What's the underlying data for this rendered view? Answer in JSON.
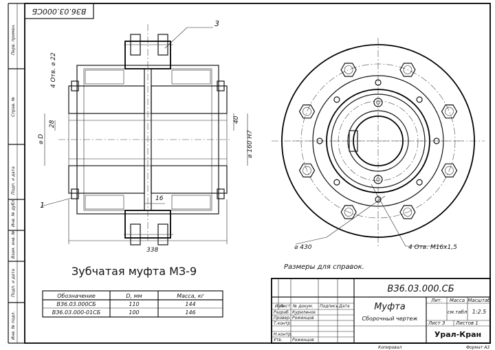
{
  "stamp_top": "ВЗ6.03.000СБ",
  "left_strip": [
    "Перв. примен.",
    "Справ. №",
    "Подп. и дата",
    "Инв. № дубл.",
    "Взам. инв. №",
    "Подп. и дата",
    "Инв. № подл."
  ],
  "callouts": {
    "c3": "3",
    "c1": "1"
  },
  "dims": {
    "holes_left": "4 Отв. ⌀ 22",
    "d_hub": "⌀ D",
    "d28": "28",
    "d40": "40",
    "d160": "⌀ 160 H7",
    "d16": "16",
    "d338": "338",
    "d430": "⌀ 430",
    "holes_right": "4 Отв. М16х1,5"
  },
  "title_heading": "Зубчатая муфта МЗ-9",
  "ref_note": "Размеры для справок.",
  "spec_table": {
    "headers": [
      "Обозначение",
      "D, мм",
      "Масса, кг"
    ],
    "rows": [
      [
        "ВЗ6.03.000СБ",
        "110",
        "144"
      ],
      [
        "ВЗ6.03.000-01СБ",
        "100",
        "146"
      ]
    ]
  },
  "title_block": {
    "designation": "ВЗ6.03.000.СБ",
    "name": "Муфта",
    "doc_type": "Сборочный чертеж",
    "col_heads": [
      "Изм",
      "Лист",
      "№ докум.",
      "Подпись",
      "Дата"
    ],
    "roles": [
      "Разраб.",
      "Провер.",
      "Т.контр.",
      "",
      "Н.контр.",
      "Утв."
    ],
    "names": [
      "Куриленок",
      "Роженцов",
      "",
      "",
      "",
      "Роженцов"
    ],
    "lit_head": "Лит.",
    "mass_head": "Масса",
    "scale_head": "Масштаб",
    "mass_val": "см.табл",
    "scale_val": "1:2.5",
    "sheet": "Лист 3",
    "sheets": "Листов 1",
    "org": "Урал-Кран"
  },
  "footer": {
    "copied": "Копировал",
    "format": "Формат А3"
  }
}
